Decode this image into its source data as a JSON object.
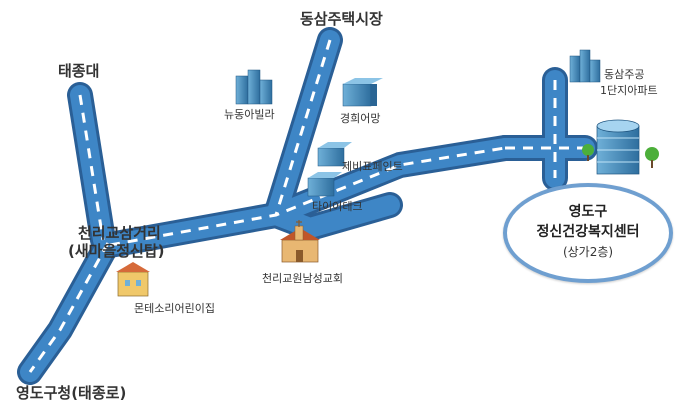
{
  "labels": {
    "taejongdae": "태종대",
    "dongsam_market": "동삼주택시장",
    "cheonni_junction_1": "천리교삼거리",
    "cheonni_junction_2": "(새마을정신탑)",
    "yeongdo_office": "영도구청(태종로)",
    "newdong_villa": "뉴동아빌라",
    "gyeonghui": "경희어망",
    "jebi_paint": "제비표페인트",
    "tire_tech": "타이어테크",
    "church": "천리교원남성교회",
    "montessori": "몬테소리어린이집",
    "dongsam_apt_1": "동삼주공",
    "dongsam_apt_2": "1단지아파트"
  },
  "center": {
    "line1": "영도구",
    "line2": "정신건강복지센터",
    "line3": "(상가2층)"
  },
  "colors": {
    "road_fill": "#3e86c6",
    "road_edge": "#2a5f96",
    "lane_mark": "#ffffff",
    "bubble_border": "#6f9fd0"
  },
  "icons": [
    "apartment-building-icon",
    "church-icon",
    "kindergarten-icon",
    "welfare-center-icon"
  ]
}
